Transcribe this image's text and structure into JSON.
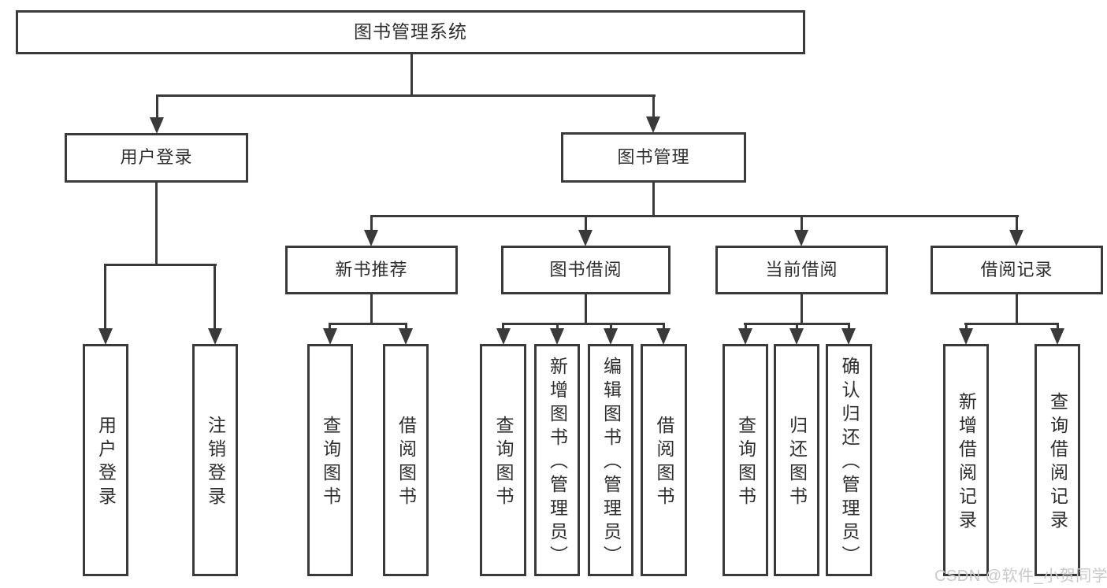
{
  "tree": {
    "root": "图书管理系统",
    "children": [
      {
        "label": "用户登录",
        "children": [
          "用户登录",
          "注销登录"
        ]
      },
      {
        "label": "图书管理",
        "children": [
          {
            "label": "新书推荐",
            "children": [
              "查询图书",
              "借阅图书"
            ]
          },
          {
            "label": "图书借阅",
            "children": [
              "查询图书",
              "新增图书（管理员）",
              "编辑图书（管理员）",
              "借阅图书"
            ]
          },
          {
            "label": "当前借阅",
            "children": [
              "查询图书",
              "归还图书",
              "确认归还（管理员）"
            ]
          },
          {
            "label": "借阅记录",
            "children": [
              "新增借阅记录",
              "查询借阅记录"
            ]
          }
        ]
      }
    ]
  },
  "watermark": {
    "text": "CSDN @软件_小贺同学"
  },
  "colors": {
    "line": "#3a3a3a",
    "text": "#2e2e2e",
    "background": "#ffffff",
    "watermark": "#c9c9c9"
  }
}
